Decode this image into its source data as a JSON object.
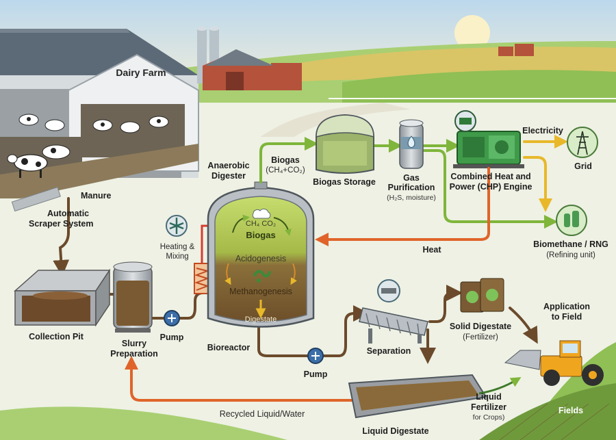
{
  "labels": {
    "dairy_farm": "Dairy Farm",
    "manure": "Manure",
    "scraper": [
      "Automatic",
      "Scraper System"
    ],
    "collection_pit": "Collection Pit",
    "slurry": [
      "Slurry",
      "Preparation"
    ],
    "pump1": "Pump",
    "heating": [
      "Heating &",
      "Mixing"
    ],
    "digester": [
      "Anaerobic",
      "Digester"
    ],
    "biogas_top": "Biogas",
    "biogas_formula": "(CH₄+CO₂)",
    "biogas_storage": "Biogas Storage",
    "gas_purification": [
      "Gas",
      "Purification"
    ],
    "gas_purification_sub": "(H₂S, moisture)",
    "electricity": "Electricity",
    "grid": "Grid",
    "chp": [
      "Combined Heat and",
      "Power (CHP) Engine"
    ],
    "biomethane": "Biomethane / RNG",
    "biomethane_sub": "(Refining unit)",
    "heat": "Heat",
    "inner_gas": "CH₄ CO₂",
    "inner_biogas": "Biogas",
    "acidogenesis": "Acidogenesis",
    "methanogenesis": "Methanogenesis",
    "digestate": "Digestate",
    "bioreactor": "Bioreactor",
    "pump2": "Pump",
    "separation": "Separation",
    "solid_digestate": "Solid Digestate",
    "solid_digestate_sub": "(Fertilizer)",
    "application": [
      "Application",
      "to Field"
    ],
    "liquid_fertilizer": [
      "Liquid",
      "Fertilizer"
    ],
    "liquid_fertilizer_sub": "for Crops)",
    "fields": "Fields",
    "recycled": "Recycled Liquid/Water",
    "liquid_digestate": "Liquid Digestate"
  },
  "colors": {
    "manure_flow": "#6b4a2b",
    "biogas_flow": "#7fb53a",
    "heat_flow": "#e0642a",
    "electricity_flow": "#e8b82a",
    "recycle_flow": "#e0642a"
  },
  "icons": [
    "cow-icon",
    "gear-icon",
    "heater-coil-icon",
    "bacteria-icon",
    "gas-cloud-icon",
    "droplet-icon",
    "pylon-icon",
    "fertilizer-bag-icon",
    "tractor-icon"
  ]
}
